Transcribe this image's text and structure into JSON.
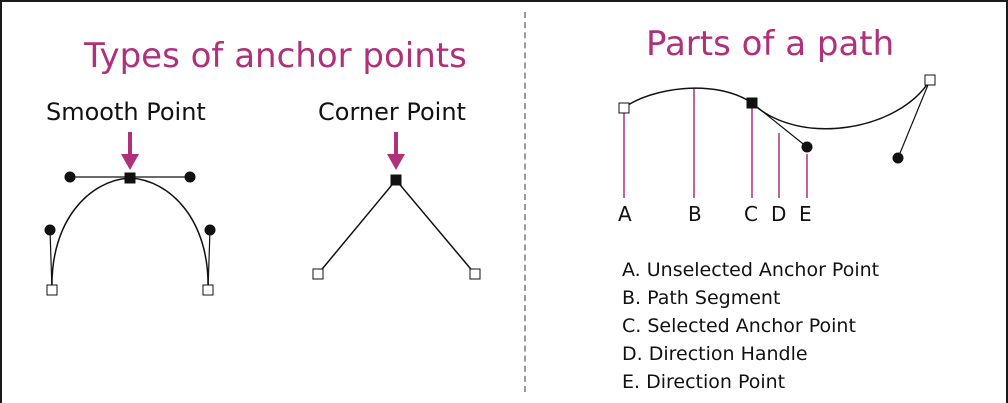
{
  "colors": {
    "accent": "#b0307a",
    "ink": "#111111",
    "divider": "#9a9a9a"
  },
  "left": {
    "title": "Types of anchor points",
    "smooth_label": "Smooth Point",
    "corner_label": "Corner Point"
  },
  "right": {
    "title": "Parts of a path",
    "letters": [
      "A",
      "B",
      "C",
      "D",
      "E"
    ],
    "legend": [
      "A. Unselected Anchor Point",
      "B. Path Segment",
      "C. Selected Anchor Point",
      "D. Direction Handle",
      "E. Direction Point"
    ]
  }
}
